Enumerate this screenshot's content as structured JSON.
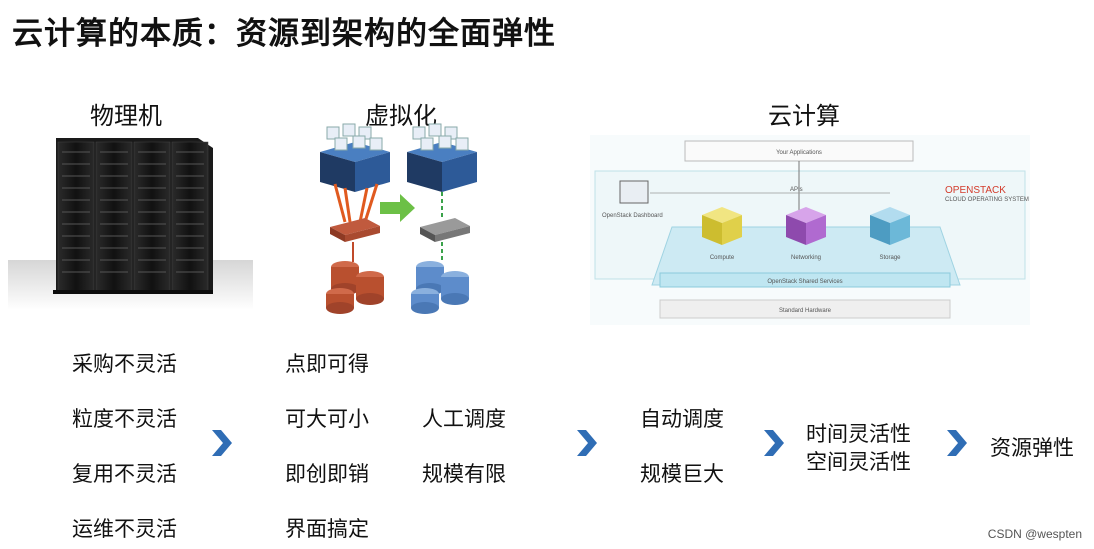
{
  "title": "云计算的本质：资源到架构的全面弹性",
  "columns": {
    "physical": {
      "heading": "物理机",
      "items": [
        "采购不灵活",
        "粒度不灵活",
        "复用不灵活",
        "运维不灵活"
      ]
    },
    "virtualization": {
      "heading": "虚拟化",
      "items_a": [
        "点即可得",
        "可大可小",
        "即创即销",
        "界面搞定"
      ],
      "items_b": [
        "人工调度",
        "规模有限"
      ]
    },
    "cloud": {
      "heading": "云计算",
      "items": [
        "自动调度",
        "规模巨大"
      ]
    }
  },
  "flexibility": [
    "时间灵活性",
    "空间灵活性"
  ],
  "result": "资源弹性",
  "openstack": {
    "top_box": "Your Applications",
    "brand": "OPENSTACK",
    "brand_sub": "CLOUD OPERATING SYSTEM",
    "apis": "APIs",
    "dashboard": "OpenStack Dashboard",
    "compute": "Compute",
    "networking": "Networking",
    "storage": "Storage",
    "shared": "OpenStack Shared Services",
    "hardware": "Standard Hardware"
  },
  "watermark": "CSDN @wespten",
  "colors": {
    "arrow": "#2f6db5",
    "compute": "#e8d84a",
    "network": "#b06ad0",
    "storage": "#6cb8d8",
    "brand": "#d33b2b"
  }
}
